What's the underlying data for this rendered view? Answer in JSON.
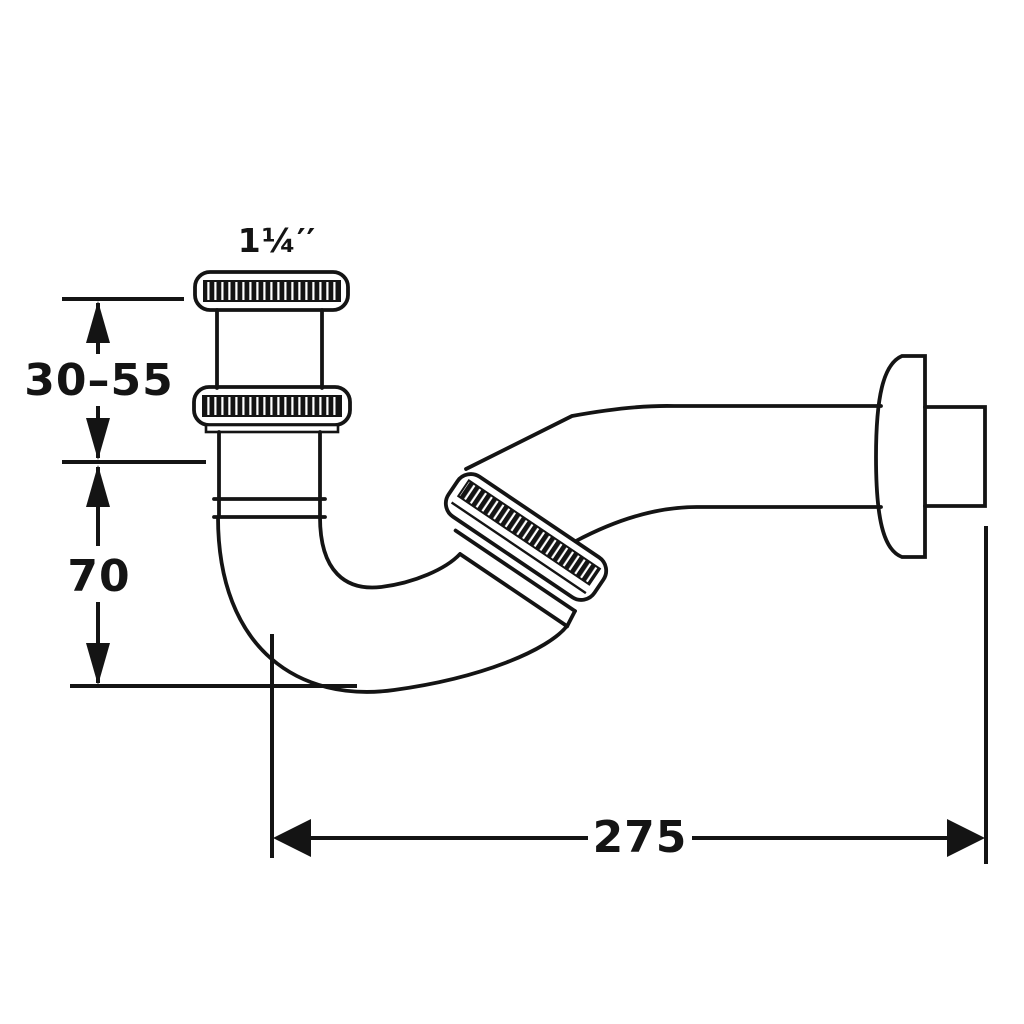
{
  "labels": {
    "inlet_size": "1¼′′",
    "adjustment_range": "30–55",
    "trap_depth": "70",
    "overall_length": "275"
  },
  "colors": {
    "line": "#141414",
    "background": "#ffffff"
  }
}
